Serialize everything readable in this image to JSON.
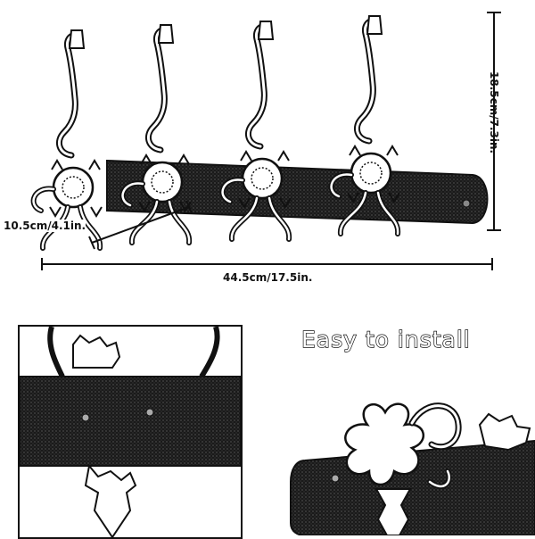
{
  "dimensions": {
    "height_label": "18.5cm/7.3in.",
    "width_label": "44.5cm/17.5in.",
    "depth_label": "10.5cm/4.1in."
  },
  "install": {
    "headline": "Easy to install"
  },
  "icons": {
    "hook": "hook-icon",
    "screw": "screw-icon",
    "ornament": "ornament-icon"
  },
  "colors": {
    "ink": "#111111",
    "paper": "#ffffff"
  }
}
